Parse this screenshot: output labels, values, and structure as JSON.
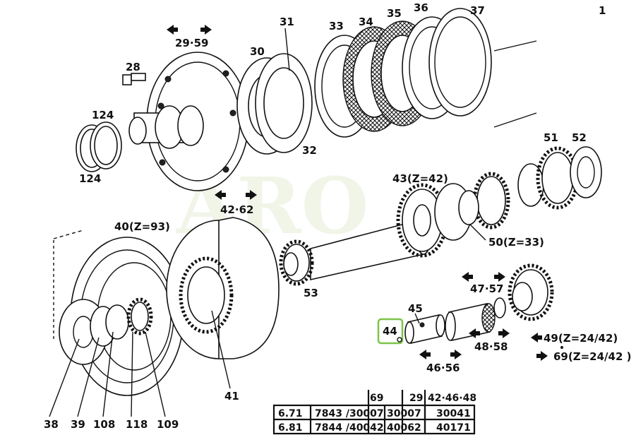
{
  "page_number": "1",
  "labels": {
    "p124a": "124",
    "p124b": "124",
    "p28": "28",
    "p29_59": "29·59",
    "p30": "30",
    "p31": "31",
    "p32": "32",
    "p33": "33",
    "p34": "34",
    "p35": "35",
    "p36": "36",
    "p37": "37",
    "p42_62": "42·62",
    "p40": "40(Z=93)",
    "p43": "43(Z=42)",
    "p50": "50(Z=33)",
    "p51": "51",
    "p52": "52",
    "p53": "53",
    "p41": "41",
    "p45": "45",
    "p44": "44",
    "p47_57": "47·57",
    "p48_58": "48·58",
    "p46_56": "46·56",
    "p49": "49(Z=24/42)",
    "p69": "69(Z=24/42 )",
    "p38": "38",
    "p39": "39",
    "p108": "108",
    "p118": "118",
    "p109": "109"
  },
  "table": {
    "headers": [
      "",
      "69",
      "29",
      "42·46·48"
    ],
    "rows": [
      [
        "6.71",
        "7843 /30007",
        "30007",
        "30041"
      ],
      [
        "6.81",
        "7844 /40042",
        "40062",
        "40171"
      ]
    ]
  },
  "watermark": "ARO"
}
